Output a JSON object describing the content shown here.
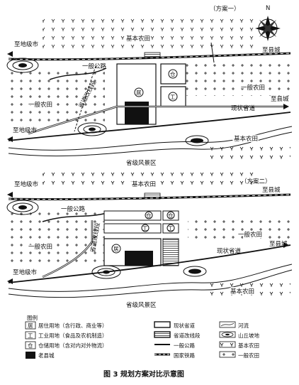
{
  "figure_caption": "图 3   规划方案对比示意图",
  "north_label": "N",
  "map1": {
    "scheme_label": "（方案一）",
    "labels": {
      "to_city_top": "至地级市",
      "basic_farmland_top": "基本农田",
      "to_county_top": "至县城",
      "general_road": "一般公路",
      "general_farmland_right": "一般农田",
      "general_farmland_left": "一般农田",
      "provincial_realign": "省道改线段",
      "to_county_mid": "至县城",
      "current_provincial": "现状省道",
      "to_city_bottom": "至地级市",
      "basic_farmland_right": "基本农田",
      "scenic_area": "省级风景区"
    },
    "blocks": {
      "storage": "仓",
      "industrial": "工",
      "residential": "居"
    }
  },
  "map2": {
    "scheme_label": "（方案二）",
    "labels": {
      "to_city_top": "至地级市",
      "basic_farmland_top": "基本农田",
      "to_county_top": "至县城",
      "general_road": "一般公路",
      "general_farmland_right": "一般农田",
      "general_farmland_left": "一般农田",
      "provincial_realign": "省道改线段",
      "to_county_mid": "至县城",
      "current_provincial": "现状省道",
      "to_city_bottom": "至地级市",
      "basic_farmland_right": "基本农田",
      "scenic_area": "省级风景区"
    },
    "blocks": {
      "storage_a": "仓",
      "storage_b": "仓",
      "industrial_a": "工",
      "industrial_b": "工",
      "residential": "居"
    }
  },
  "legend": {
    "title": "图例",
    "items": [
      {
        "symbol": "居",
        "label": "居住用地（含行政、商业等）"
      },
      {
        "symbol": "工",
        "label": "工业用地（食品及农机制造）"
      },
      {
        "symbol": "仓",
        "label": "仓储用地（含对内对外物流）"
      },
      {
        "symbol": "",
        "label": "老县城"
      },
      {
        "symbol": "",
        "label": "现状省道"
      },
      {
        "symbol": "",
        "label": "省道改线段"
      },
      {
        "symbol": "",
        "label": "一般公路"
      },
      {
        "symbol": "",
        "label": "国家铁路"
      },
      {
        "symbol": "",
        "label": "河流"
      },
      {
        "symbol": "",
        "label": "山丘坡地"
      },
      {
        "symbol": "",
        "label": "基本农田"
      },
      {
        "symbol": "",
        "label": "一般农田"
      }
    ]
  }
}
